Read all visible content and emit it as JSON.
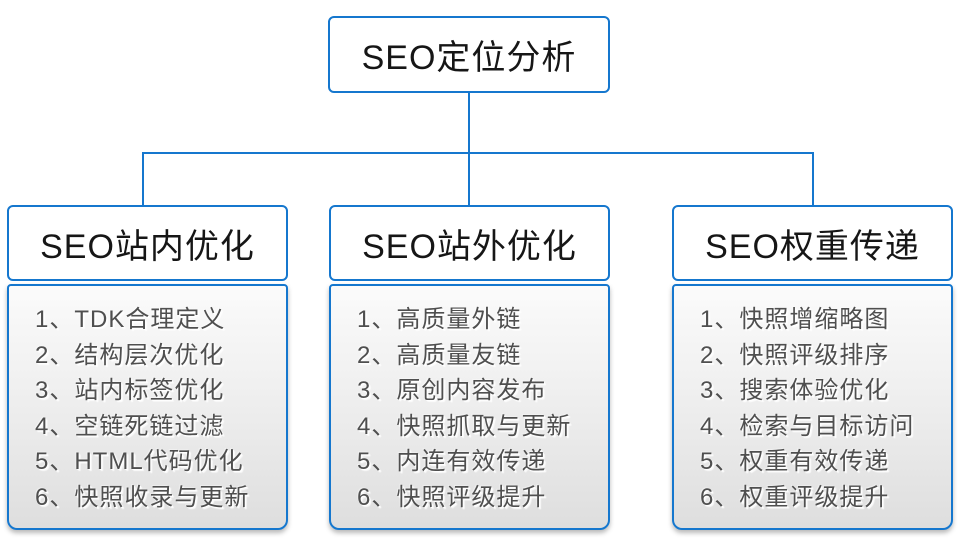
{
  "diagram": {
    "accent_color": "#1577ce",
    "root": {
      "title": "SEO定位分析"
    },
    "branches": [
      {
        "title": "SEO站内优化",
        "items": [
          "1、TDK合理定义",
          "2、结构层次优化",
          "3、站内标签优化",
          "4、空链死链过滤",
          "5、HTML代码优化",
          "6、快照收录与更新"
        ]
      },
      {
        "title": "SEO站外优化",
        "items": [
          "1、高质量外链",
          "2、高质量友链",
          "3、原创内容发布",
          "4、快照抓取与更新",
          "5、内连有效传递",
          "6、快照评级提升"
        ]
      },
      {
        "title": "SEO权重传递",
        "items": [
          "1、快照增缩略图",
          "2、快照评级排序",
          "3、搜索体验优化",
          "4、检索与目标访问",
          "5、权重有效传递",
          "6、权重评级提升"
        ]
      }
    ]
  }
}
